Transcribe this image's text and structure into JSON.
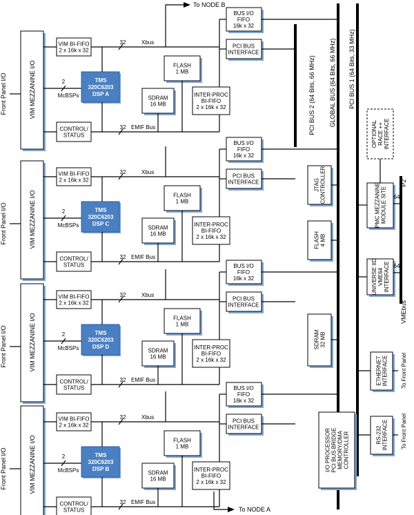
{
  "node_b_label": "To NODE B",
  "node_a_label": "To NODE A",
  "front_panel_io": "Front Panel I/O",
  "vim_mezzanine": "VIM MEZZANINE I/O",
  "vim_fifo": [
    "VIM BI-FIFO",
    "2 x 16k x 32"
  ],
  "mcbsps": "McBSPs",
  "num_2": "2",
  "num_32": "32",
  "xbus": "Xbus",
  "emif_bus": "EMIF Bus",
  "control_status": [
    "CONTROL/",
    "STATUS"
  ],
  "flash_1mb": [
    "FLASH",
    "1 MB"
  ],
  "sdram_16mb": [
    "SDRAM",
    "16 MB"
  ],
  "inter_proc": [
    "INTER-PROC",
    "BI-FIFO",
    "2 x 16k x 32"
  ],
  "bus_io_fifo": [
    "BUS I/O",
    "FIFO",
    "16k x 32"
  ],
  "pci_bus_interface": [
    "PCI BUS",
    "INTERFACE"
  ],
  "dsps": [
    [
      "TMS",
      "320C6203",
      "DSP A"
    ],
    [
      "TMS",
      "320C6203",
      "DSP C"
    ],
    [
      "TMS",
      "320C6203",
      "DSP D"
    ],
    [
      "TMS",
      "320C6203",
      "DSP B"
    ]
  ],
  "pci_bus_2": "PCI BUS 2 (64 Bits, 66 MHz)",
  "global_bus": "GLOBAL BUS (64 Bits, 66 MHz)",
  "pci_bus_1": "PCI BUS 1 (64 Bits, 33 MHz)",
  "jtag": [
    "JTAG",
    "CONTROLLER"
  ],
  "flash_4mb": [
    "FLASH",
    "4 MB"
  ],
  "sdram_32mb": [
    "SDRAM",
    "32 MB"
  ],
  "io_processor": [
    "I/O PROCESSOR",
    "PCI BUS BRIDGE",
    "MEMORY/DMA",
    "CONTROLLER"
  ],
  "race": [
    "OPTIONAL",
    "RACE ++",
    "INTERFACE"
  ],
  "pmc": [
    "PMC MEZZANINE",
    "MODULE SITE"
  ],
  "universe": [
    "UNIVERSE IID",
    "VME64",
    "INTERFACE"
  ],
  "ethernet": [
    "ETHERNET",
    "INTERFACE"
  ],
  "rs232": [
    "RS-232",
    "INTERFACE"
  ],
  "to_front_panel": "To Front Panel",
  "p2": "P2",
  "num_64": "64",
  "vmebus": "VMEbus"
}
